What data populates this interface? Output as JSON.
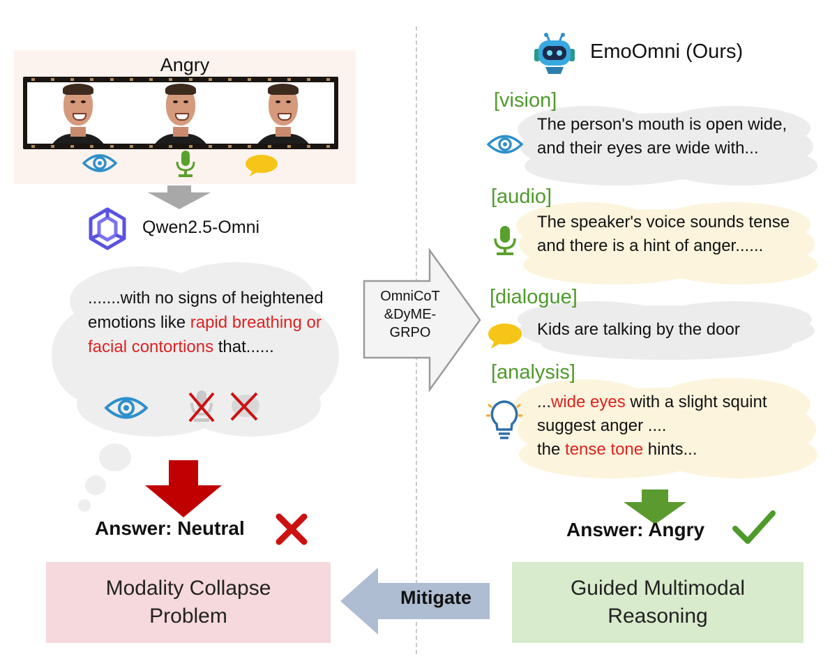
{
  "left": {
    "input_label": "Angry",
    "model_name": "Qwen2.5-Omni",
    "thought_prefix": ".......with no signs of heightened emotions like ",
    "thought_highlight": "rapid breathing or facial contortions",
    "thought_suffix": " that......",
    "answer": "Answer: Neutral"
  },
  "middle": {
    "method_line1": "OmniCoT",
    "method_line2": "&DyME-",
    "method_line3": "GRPO"
  },
  "right": {
    "title": "EmoOmni (Ours)",
    "sections": [
      {
        "label": "[vision]",
        "text": "The person's mouth is open wide, and their eyes are wide with..."
      },
      {
        "label": "[audio]",
        "text": "The speaker's voice sounds tense and there is a hint of anger......"
      },
      {
        "label": "[dialogue]",
        "text": "Kids are talking by the door"
      },
      {
        "label": "[analysis]"
      }
    ],
    "analysis": {
      "p1": "...",
      "h1": "wide eyes",
      "p2": " with a slight squint suggest anger ....",
      "p3": "the ",
      "h2": "tense tone",
      "p4": " hints..."
    },
    "answer": "Answer: Angry"
  },
  "bottom": {
    "problem": "Modality Collapse Problem",
    "mitigate": "Mitigate",
    "solution": "Guided Multimodal Reasoning"
  },
  "colors": {
    "highlight_red": "#dd2222",
    "section_green": "#4e9a2a",
    "problem_box": "#f6d9dc",
    "solution_box": "#d8ebcc",
    "mitigate_arrow": "#aebdd2",
    "cross_red": "#cc1111",
    "check_green": "#4e9a2a"
  },
  "icons": {
    "vision": "eye-icon",
    "audio": "microphone-icon",
    "dialogue": "speech-bubble-icon",
    "analysis": "lightbulb-icon"
  }
}
